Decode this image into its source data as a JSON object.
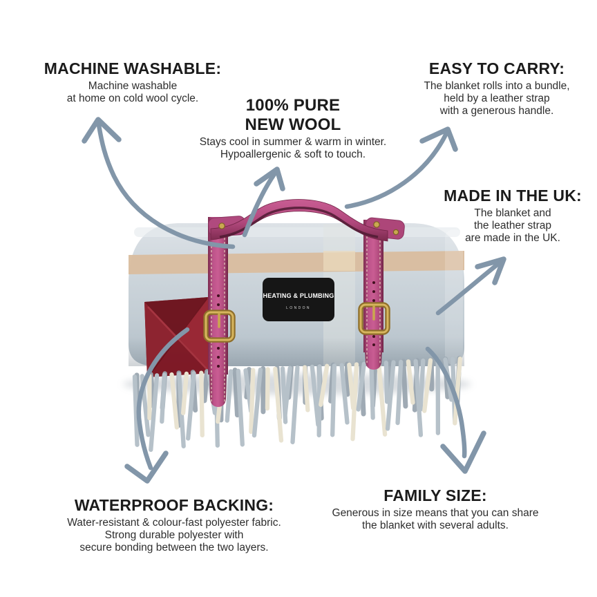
{
  "page": {
    "background": "#ffffff"
  },
  "colors": {
    "arrow": "#8296a9",
    "heading_text": "#1b1b1b",
    "body_text": "#2d2d2d",
    "blanket": "#c7d0d6",
    "stripe_tan": "#d9bd9e",
    "strap_pink": "#b4487c",
    "buckle_gold": "#c2a04a",
    "waterproof_red": "#8c1f2d",
    "label_bg": "#161616",
    "label_text": "#ffffff"
  },
  "label": {
    "brand": "HEATING & PLUMBING",
    "city": "LONDON"
  },
  "annotations": {
    "machine_washable": {
      "heading": "MACHINE WASHABLE:",
      "lines": [
        "Machine washable",
        "at home on cold wool cycle."
      ]
    },
    "pure_new_wool": {
      "heading1": "100% PURE",
      "heading2": "NEW WOOL",
      "lines": [
        "Stays cool in summer & warm in winter.",
        "Hypoallergenic & soft to touch."
      ]
    },
    "easy_to_carry": {
      "heading": "EASY TO CARRY:",
      "lines": [
        "The blanket rolls into a bundle,",
        "held by a leather strap",
        "with a generous handle."
      ]
    },
    "made_in_uk": {
      "heading": "MADE IN THE UK:",
      "lines": [
        "The blanket and",
        "the leather strap",
        "are made in the UK."
      ]
    },
    "waterproof_backing": {
      "heading": "WATERPROOF BACKING:",
      "lines": [
        "Water-resistant & colour-fast polyester fabric.",
        "Strong durable polyester with",
        "secure bonding between the two layers."
      ]
    },
    "family_size": {
      "heading": "FAMILY SIZE:",
      "lines": [
        "Generous in size means that you can share",
        "the blanket with several adults."
      ]
    }
  }
}
